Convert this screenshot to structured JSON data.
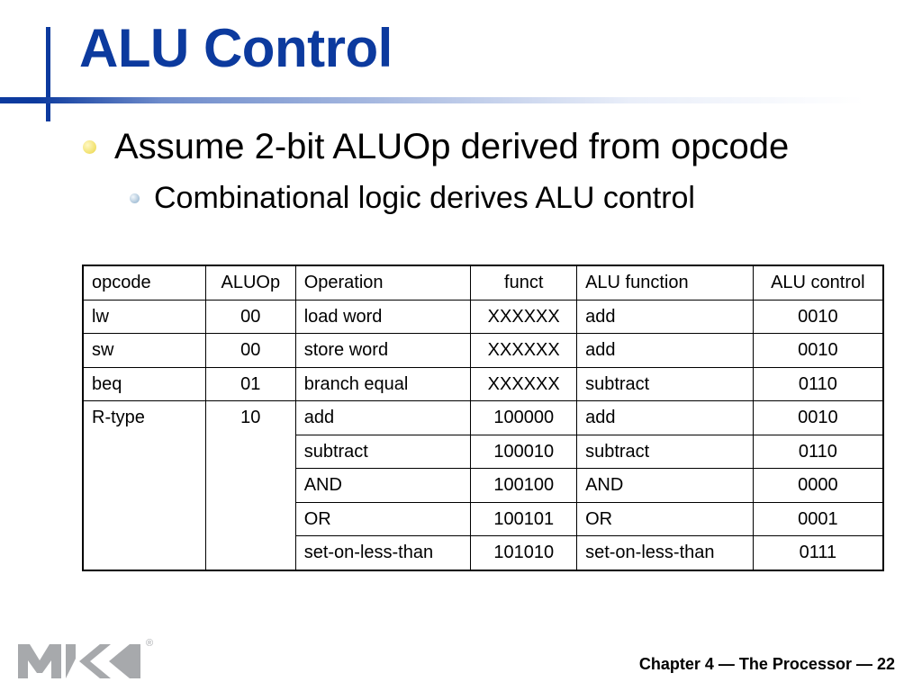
{
  "slide": {
    "title": "ALU Control",
    "bullets": [
      "Assume 2-bit ALUOp derived from opcode",
      "Combinational logic derives ALU control"
    ],
    "footer": "Chapter 4 — The Processor — 22"
  },
  "table": {
    "headers": [
      "opcode",
      "ALUOp",
      "Operation",
      "funct",
      "ALU function",
      "ALU control"
    ],
    "rows": [
      [
        "lw",
        "00",
        "load word",
        "XXXXXX",
        "add",
        "0010"
      ],
      [
        "sw",
        "00",
        "store word",
        "XXXXXX",
        "add",
        "0010"
      ],
      [
        "beq",
        "01",
        "branch equal",
        "XXXXXX",
        "subtract",
        "0110"
      ],
      [
        "R-type",
        "10",
        "add",
        "100000",
        "add",
        "0010"
      ],
      [
        "",
        "",
        "subtract",
        "100010",
        "subtract",
        "0110"
      ],
      [
        "",
        "",
        "AND",
        "100100",
        "AND",
        "0000"
      ],
      [
        "",
        "",
        "OR",
        "100101",
        "OR",
        "0001"
      ],
      [
        "",
        "",
        "set-on-less-than",
        "101010",
        "set-on-less-than",
        "0111"
      ]
    ]
  },
  "colors": {
    "title": "#0c3a9e",
    "accent_bar": "#0c3a9e",
    "logo": "#a7a9ac"
  },
  "logo": {
    "icon": "mk-publisher-logo-icon",
    "registered_mark": "®"
  }
}
